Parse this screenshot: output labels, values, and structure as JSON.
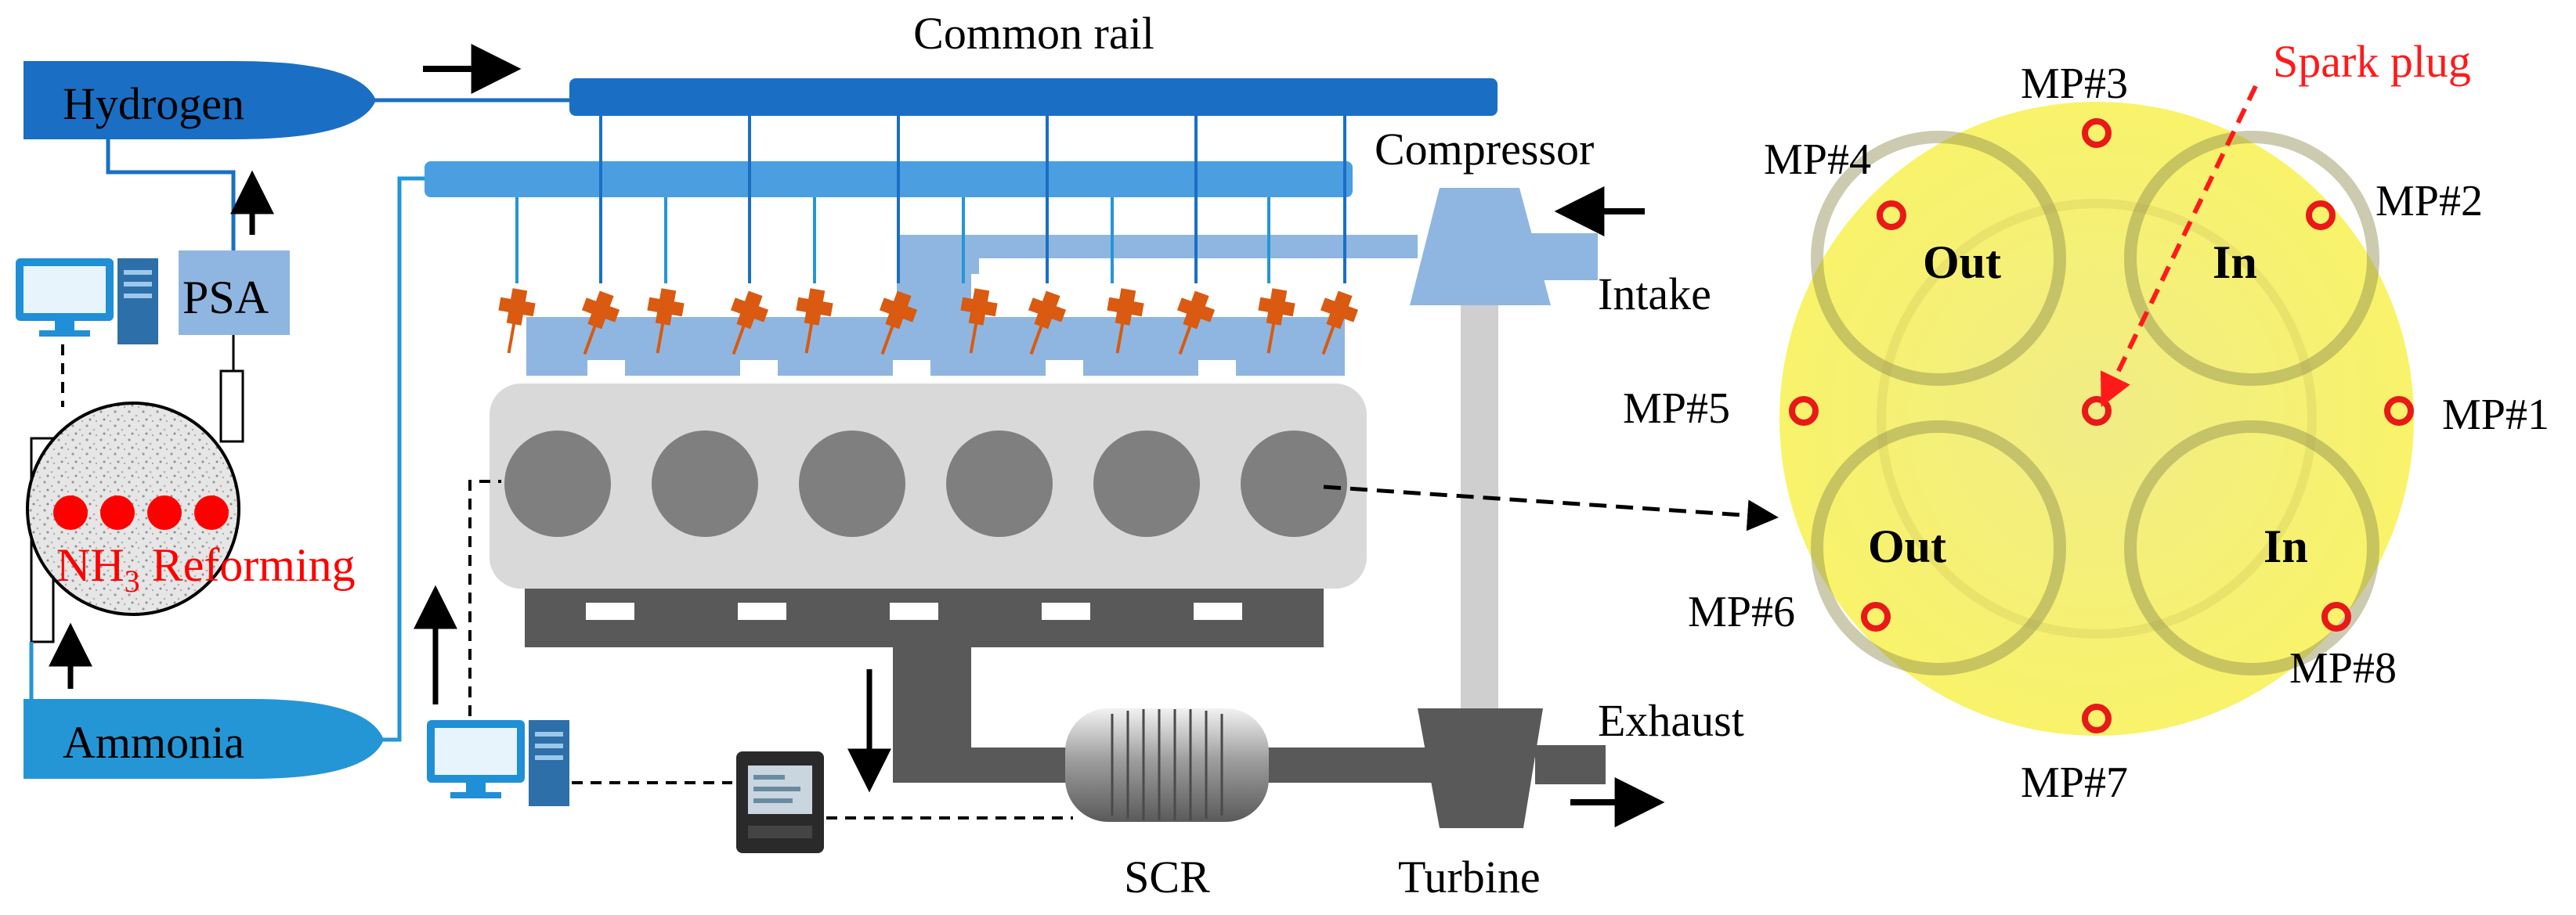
{
  "labels": {
    "hydrogen": "Hydrogen",
    "ammonia": "Ammonia",
    "psa": "PSA",
    "reforming_prefix": "NH",
    "reforming_sub": "3",
    "reforming_suffix": " Reforming",
    "common_rail": "Common rail",
    "compressor": "Compressor",
    "intake": "Intake",
    "exhaust": "Exhaust",
    "turbine": "Turbine",
    "scr": "SCR",
    "spark_plug": "Spark plug"
  },
  "valves": {
    "out_top": "Out",
    "in_top": "In",
    "out_bottom": "Out",
    "in_bottom": "In"
  },
  "measurement_points": {
    "mp1": "MP#1",
    "mp2": "MP#2",
    "mp3": "MP#3",
    "mp4": "MP#4",
    "mp5": "MP#5",
    "mp6": "MP#6",
    "mp7": "MP#7",
    "mp8": "MP#8"
  },
  "colors": {
    "hydrogen_blue": "#1a6fc4",
    "ammonia_blue": "#2496d6",
    "light_blue": "#8fb6e0",
    "injector_orange": "#d95a10",
    "engine_gray": "#d9d9d9",
    "cylinder_gray": "#7f7f7f",
    "exhaust_dark": "#595959",
    "chamber_yellow": "#f5f07a",
    "mp_red": "#e81919",
    "spark_red": "#ff1a1a"
  }
}
